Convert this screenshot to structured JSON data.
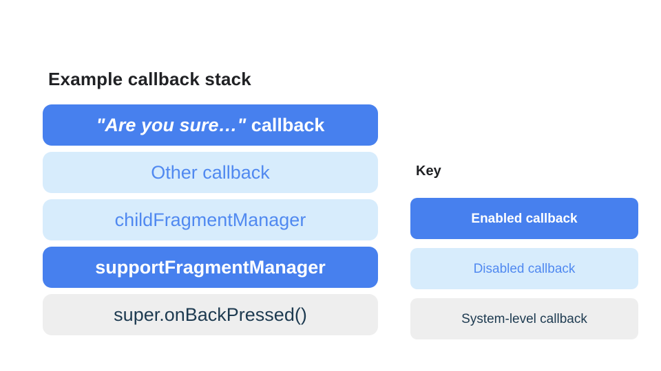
{
  "colors": {
    "canvas_bg": "#ffffff",
    "enabled_bg": "#4780ee",
    "enabled_text": "#ffffff",
    "disabled_bg": "#d7ecfc",
    "disabled_text": "#5089f0",
    "system_bg": "#eeeeee",
    "system_text": "#1d3a50",
    "heading_text": "#202124"
  },
  "stack": {
    "title": "Example callback stack",
    "items": [
      {
        "label_em": "\"Are you sure…\"",
        "label_tail": " callback",
        "type": "enabled"
      },
      {
        "label": "Other callback",
        "type": "disabled"
      },
      {
        "label": "childFragmentManager",
        "type": "disabled"
      },
      {
        "label": "supportFragmentManager",
        "type": "enabled"
      },
      {
        "label": "super.onBackPressed()",
        "type": "system"
      }
    ]
  },
  "key": {
    "title": "Key",
    "items": [
      {
        "label": "Enabled callback",
        "type": "enabled"
      },
      {
        "label": "Disabled callback",
        "type": "disabled"
      },
      {
        "label": "System-level callback",
        "type": "system"
      }
    ]
  }
}
